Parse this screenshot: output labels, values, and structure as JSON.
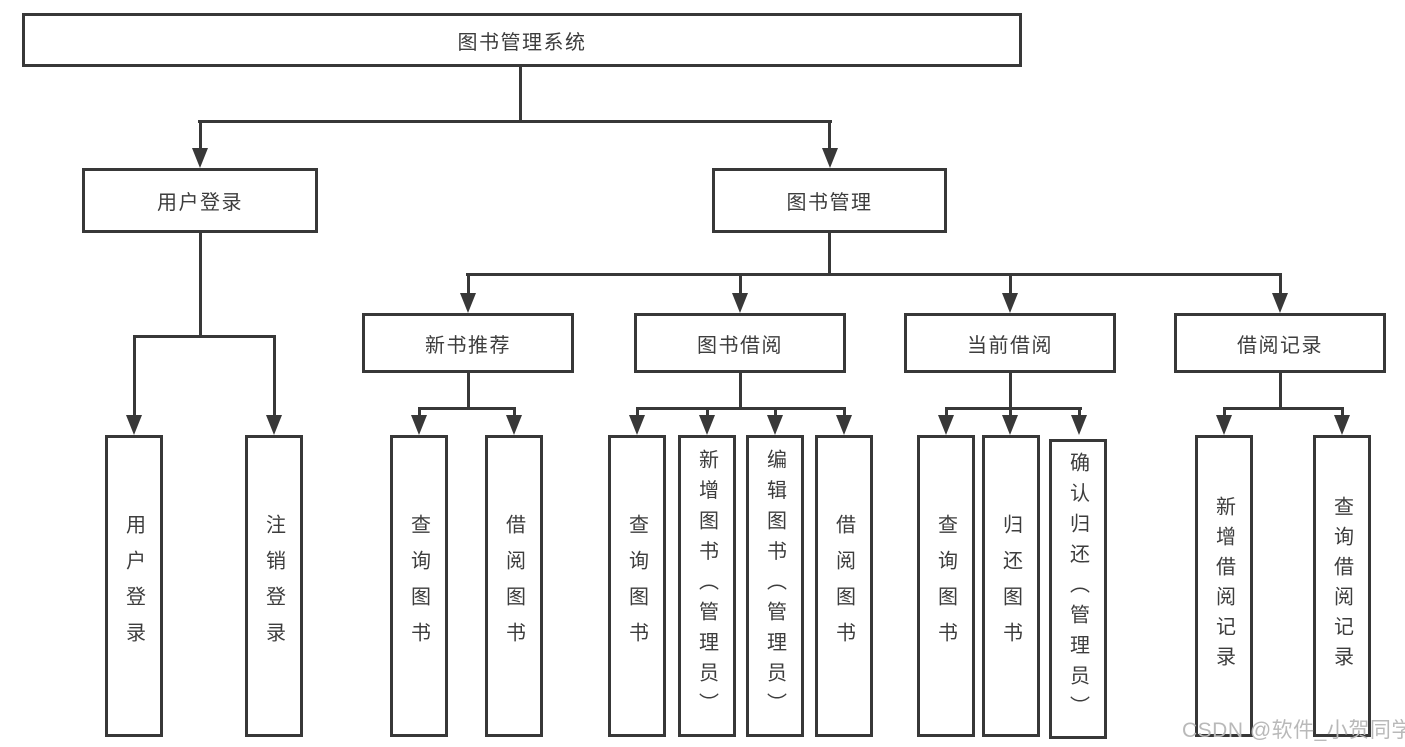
{
  "diagram": {
    "root_label": "图书管理系统",
    "user_login": {
      "label": "用户登录",
      "children": [
        "用户登录",
        "注销登录"
      ]
    },
    "book_management": {
      "label": "图书管理",
      "sections": {
        "new_book_recommend": {
          "label": "新书推荐",
          "children": [
            "查询图书",
            "借阅图书"
          ]
        },
        "book_borrowing": {
          "label": "图书借阅",
          "children": [
            "查询图书",
            "新增图书（管理员）",
            "编辑图书（管理员）",
            "借阅图书"
          ]
        },
        "current_borrowing": {
          "label": "当前借阅",
          "children": [
            "查询图书",
            "归还图书",
            "确认归还（管理员）"
          ]
        },
        "borrowing_records": {
          "label": "借阅记录",
          "children": [
            "新增借阅记录",
            "查询借阅记录"
          ]
        }
      }
    }
  },
  "watermark": {
    "text": "CSDN @软件_小贺同学"
  },
  "colors": {
    "line": "#383838",
    "text": "#3d3d3d",
    "background": "#ffffff",
    "watermark": "#b9b9b9"
  }
}
